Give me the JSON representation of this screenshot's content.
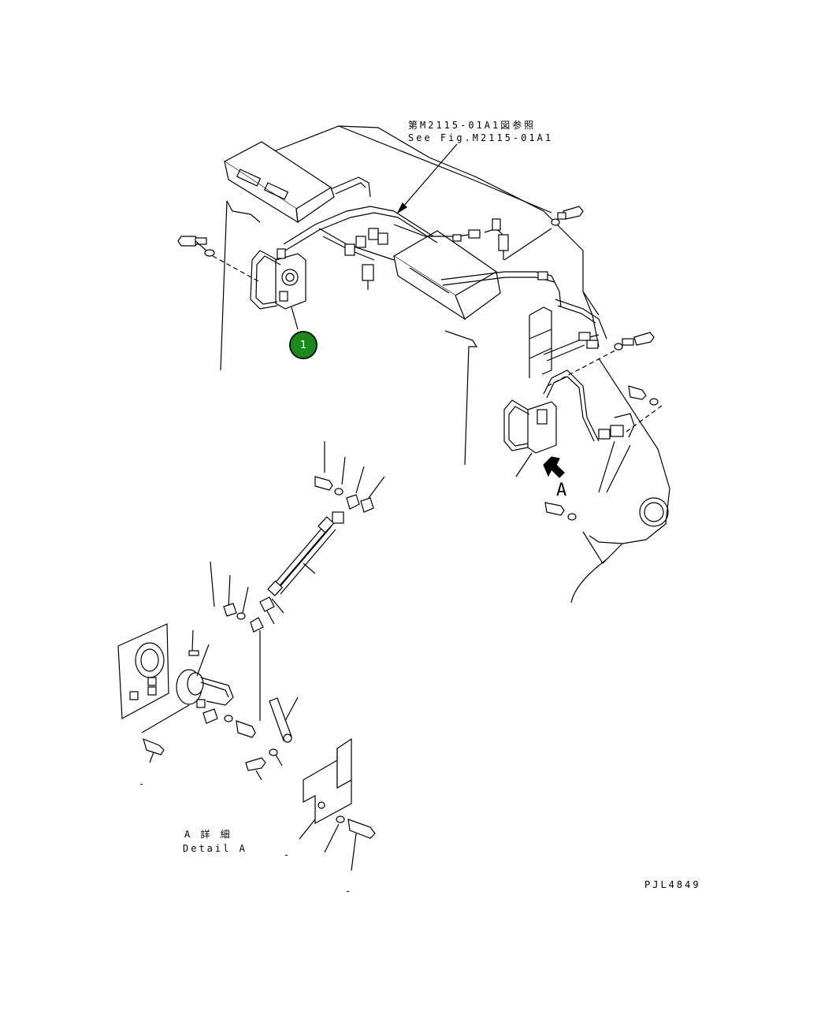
{
  "labels": {
    "ref_jp": "第M2115-01A1図参照",
    "ref_en": "See Fig.M2115-01A1",
    "view_letter": "A",
    "detail_jp": "A 詳 細",
    "detail_en": "Detail A",
    "drawing_code": "PJL4849"
  },
  "callouts": [
    {
      "number": "1",
      "color": "#1a8a1a"
    }
  ],
  "dash_marks": [
    "-",
    "-",
    "-"
  ]
}
